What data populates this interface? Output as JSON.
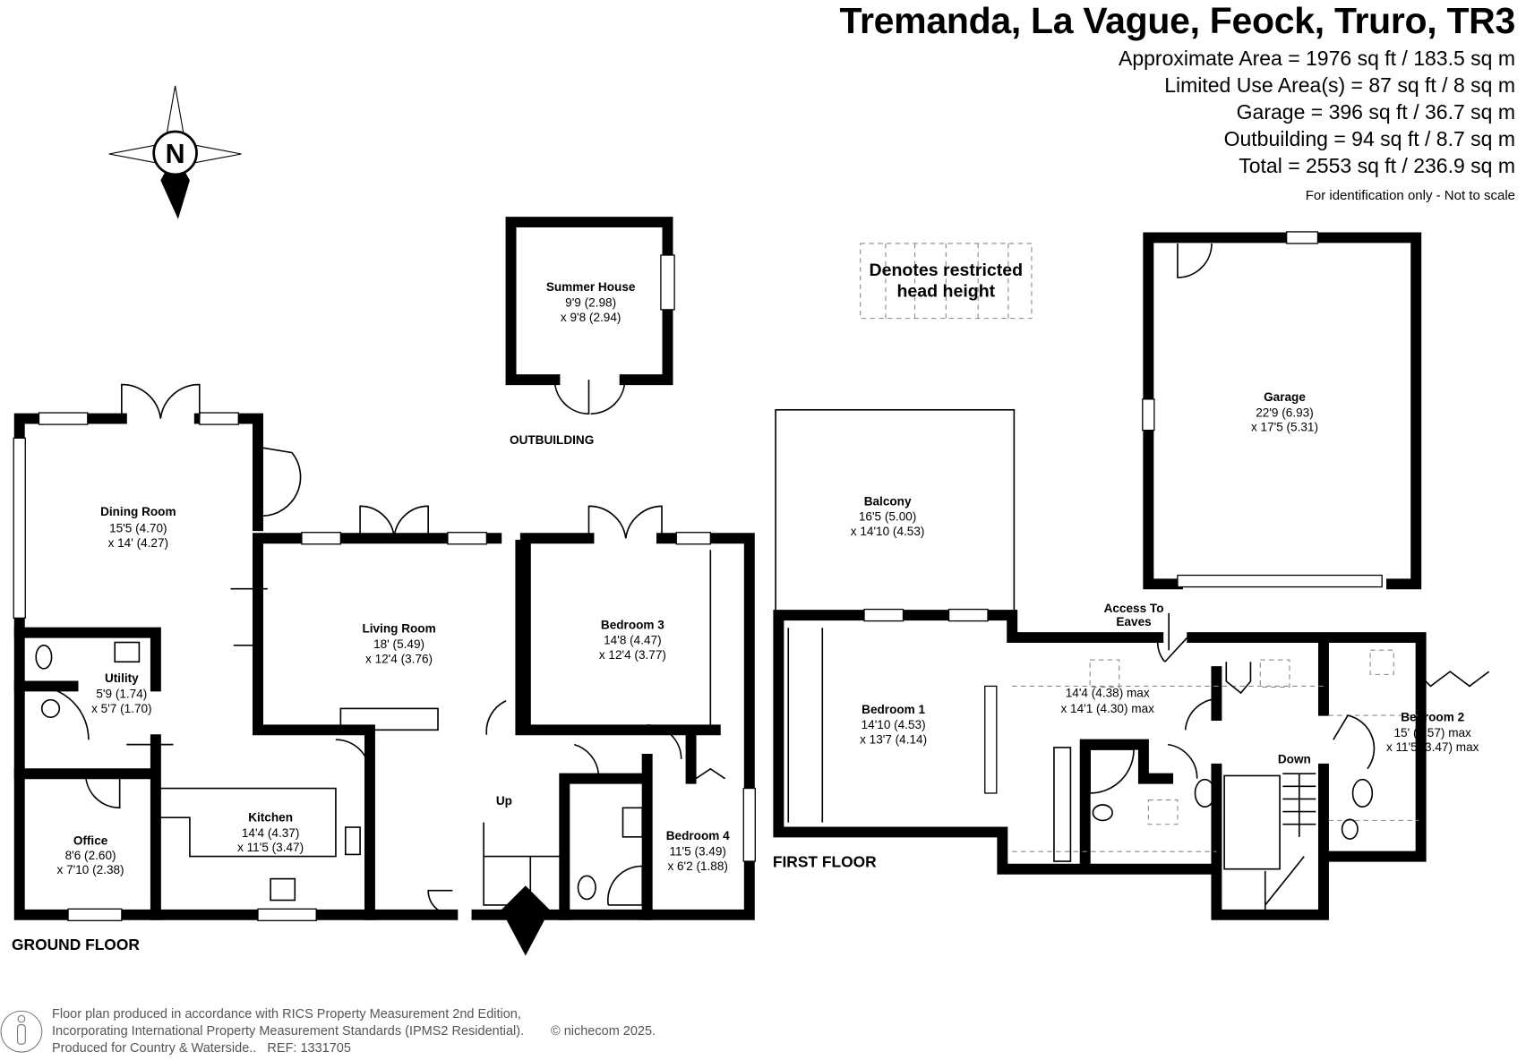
{
  "header": {
    "title": "Tremanda, La Vague, Feock, Truro, TR3",
    "areas": [
      "Approximate Area = 1976 sq ft / 183.5 sq m",
      "Limited Use Area(s) = 87 sq ft / 8 sq m",
      "Garage = 396 sq ft / 36.7 sq m",
      "Outbuilding = 94 sq ft / 8.7 sq m",
      "Total = 2553 sq ft / 236.9 sq m"
    ],
    "note": "For identification only - Not to scale"
  },
  "compass": {
    "label": "N"
  },
  "legend": {
    "line1": "Denotes restricted",
    "line2": "head height"
  },
  "floors": {
    "ground": "GROUND FLOOR",
    "first": "FIRST FLOOR",
    "outbuilding": "OUTBUILDING"
  },
  "rooms": {
    "dining": {
      "name": "Dining Room",
      "d1": "15'5 (4.70)",
      "d2": "x 14' (4.27)"
    },
    "living": {
      "name": "Living Room",
      "d1": "18' (5.49)",
      "d2": "x 12'4 (3.76)"
    },
    "bed3": {
      "name": "Bedroom 3",
      "d1": "14'8 (4.47)",
      "d2": "x 12'4 (3.77)"
    },
    "utility": {
      "name": "Utility",
      "d1": "5'9 (1.74)",
      "d2": "x 5'7 (1.70)"
    },
    "office": {
      "name": "Office",
      "d1": "8'6 (2.60)",
      "d2": "x 7'10 (2.38)"
    },
    "kitchen": {
      "name": "Kitchen",
      "d1": "14'4 (4.37)",
      "d2": "x 11'5 (3.47)"
    },
    "bed4": {
      "name": "Bedroom 4",
      "d1": "11'5 (3.49)",
      "d2": "x 6'2 (1.88)"
    },
    "summer": {
      "name": "Summer House",
      "d1": "9'9 (2.98)",
      "d2": "x 9'8 (2.94)"
    },
    "balcony": {
      "name": "Balcony",
      "d1": "16'5 (5.00)",
      "d2": "x 14'10 (4.53)"
    },
    "bed1": {
      "name": "Bedroom 1",
      "d1": "14'10 (4.53)",
      "d2": "x 13'7 (4.14)"
    },
    "landing": {
      "d1": "14'4 (4.38) max",
      "d2": "x 14'1 (4.30) max"
    },
    "bed2": {
      "name": "Bedroom 2",
      "d1": "15' (4.57) max",
      "d2": "x 11'5 (3.47) max"
    },
    "garage": {
      "name": "Garage",
      "d1": "22'9 (6.93)",
      "d2": "x 17'5 (5.31)"
    }
  },
  "labels": {
    "up": "Up",
    "down": "Down",
    "eaves1": "Access To",
    "eaves2": "Eaves"
  },
  "footer": {
    "line1": "Floor plan produced in accordance with RICS Property Measurement 2nd Edition,",
    "line2": "Incorporating International Property Measurement Standards (IPMS2 Residential).",
    "line3": "Produced for Country & Waterside..   REF: 1331705",
    "copyright": "© nichecom 2025."
  }
}
